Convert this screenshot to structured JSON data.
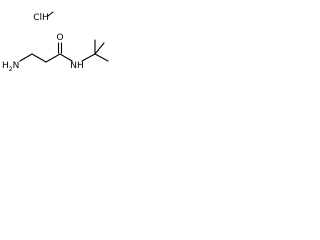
{
  "molecule": {
    "salt_label": "ClH",
    "amine_label": "H2N",
    "amine_subscript": "2",
    "amide_nh_label": "NH",
    "carbonyl_o_label": "O"
  },
  "colors": {
    "bond": "#000000",
    "text": "#000000",
    "background": "#ffffff"
  }
}
